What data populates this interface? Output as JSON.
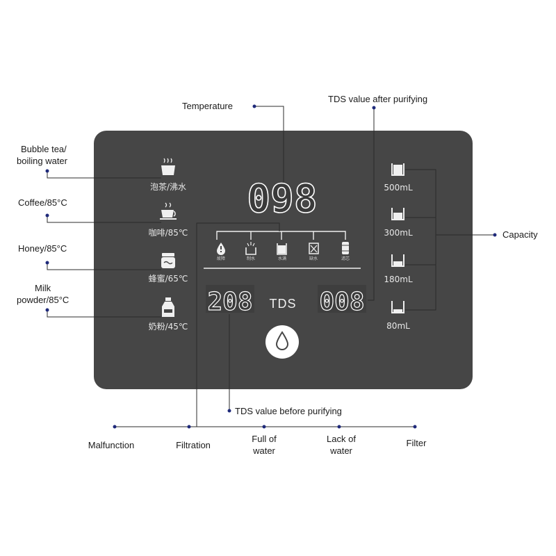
{
  "panel": {
    "color": "#464646",
    "display_main": "098",
    "display_tds_before": "208",
    "display_tds_after": "008",
    "tds_word": "TDS",
    "left_modes": [
      {
        "icon": "steaming-cup-icon",
        "label": "泡茶/沸水"
      },
      {
        "icon": "coffee-cup-icon",
        "label": "咖啡/85℃"
      },
      {
        "icon": "honey-jar-icon",
        "label": "蜂蜜/65℃"
      },
      {
        "icon": "milk-bottle-icon",
        "label": "奶粉/45℃"
      }
    ],
    "capacities": [
      {
        "icon": "full-cup-icon",
        "label": "500mL"
      },
      {
        "icon": "cup-icon",
        "label": "300mL"
      },
      {
        "icon": "cup-icon",
        "label": "180mL"
      },
      {
        "icon": "cup-low-icon",
        "label": "80mL"
      }
    ],
    "status_icons": [
      {
        "icon": "drop-fault-icon",
        "label": "故障"
      },
      {
        "icon": "filtration-icon",
        "label": "制水"
      },
      {
        "icon": "full-water-icon",
        "label": "水满"
      },
      {
        "icon": "lack-water-icon",
        "label": "缺水"
      },
      {
        "icon": "filter-icon",
        "label": "滤芯"
      }
    ],
    "dispense_icon": "water-drop-icon"
  },
  "callouts": {
    "temperature": "Temperature",
    "tds_after": "TDS value after purifying",
    "tds_before": "TDS value before purifying",
    "capacity": "Capacity",
    "bubble_tea": [
      "Bubble tea/",
      "boiling water"
    ],
    "coffee": "Coffee/85°C",
    "honey": "Honey/85°C",
    "milk": [
      "Milk",
      "powder/85°C"
    ],
    "bottom": [
      {
        "lines": [
          "Malfunction"
        ]
      },
      {
        "lines": [
          "Filtration"
        ]
      },
      {
        "lines": [
          "Full of",
          "water"
        ]
      },
      {
        "lines": [
          "Lack of",
          "water"
        ]
      },
      {
        "lines": [
          "Filter"
        ]
      }
    ]
  },
  "colors": {
    "dot": "#1f2a7a",
    "display_glow": "#ffffff"
  }
}
